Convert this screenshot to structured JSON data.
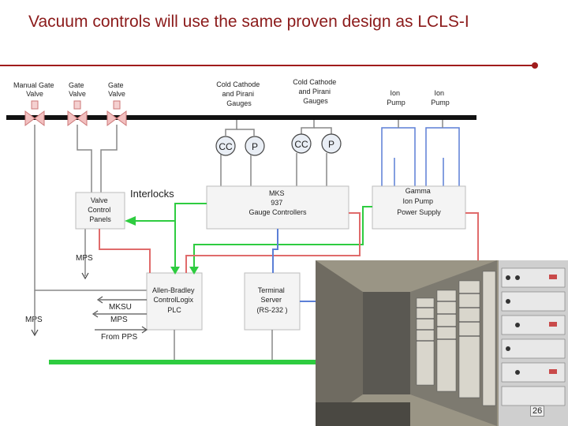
{
  "slide": {
    "title": "Vacuum controls will use the same proven design as LCLS-I",
    "page_number": "26"
  },
  "colors": {
    "title": "#8b1a1a",
    "rule": "#a01c1c",
    "beamline": "#111111",
    "interlock_line": "#2ecc40",
    "mps_line": "#e06b6b",
    "serial_line": "#5b7fd6",
    "box_fill": "#f4f4f4",
    "box_stroke": "#bdbdbd"
  },
  "diagram": {
    "valves": [
      {
        "line1": "Manual Gate",
        "line2": "Valve"
      },
      {
        "line1": "Gate",
        "line2": "Valve"
      },
      {
        "line1": "Gate",
        "line2": "Valve"
      }
    ],
    "gauge_labels": [
      {
        "line1": "Cold Cathode",
        "line2": "and Pirani",
        "line3": "Gauges"
      },
      {
        "line1": "Cold Cathode",
        "line2": "and Pirani",
        "line3": "Gauges"
      }
    ],
    "gauge_symbols": [
      "CC",
      "P",
      "CC",
      "P"
    ],
    "pumps": [
      {
        "line1": "Ion",
        "line2": "Pump"
      },
      {
        "line1": "Ion",
        "line2": "Pump"
      }
    ],
    "interlocks_label": "Interlocks",
    "valve_panels": {
      "line1": "Valve",
      "line2": "Control",
      "line3": "Panels"
    },
    "gauge_controllers": {
      "line1": "MKS",
      "line2": "937",
      "line3": "Gauge Controllers"
    },
    "pump_supply": {
      "line1": "Gamma",
      "line2": "Ion Pump",
      "line3": "Power Supply"
    },
    "plc": {
      "line1": "Allen-Bradley",
      "line2": "ControlLogix",
      "line3": "PLC"
    },
    "terminal_server": {
      "line1": "Terminal",
      "line2": "Server",
      "line3": "(RS-232 )"
    },
    "mps_upper": "MPS",
    "mps_left": "MPS",
    "mksu": "MKSU",
    "mps_mid": "MPS",
    "from_pps": "From PPS"
  },
  "photo": {
    "icon": "equipment-racks-photo"
  }
}
